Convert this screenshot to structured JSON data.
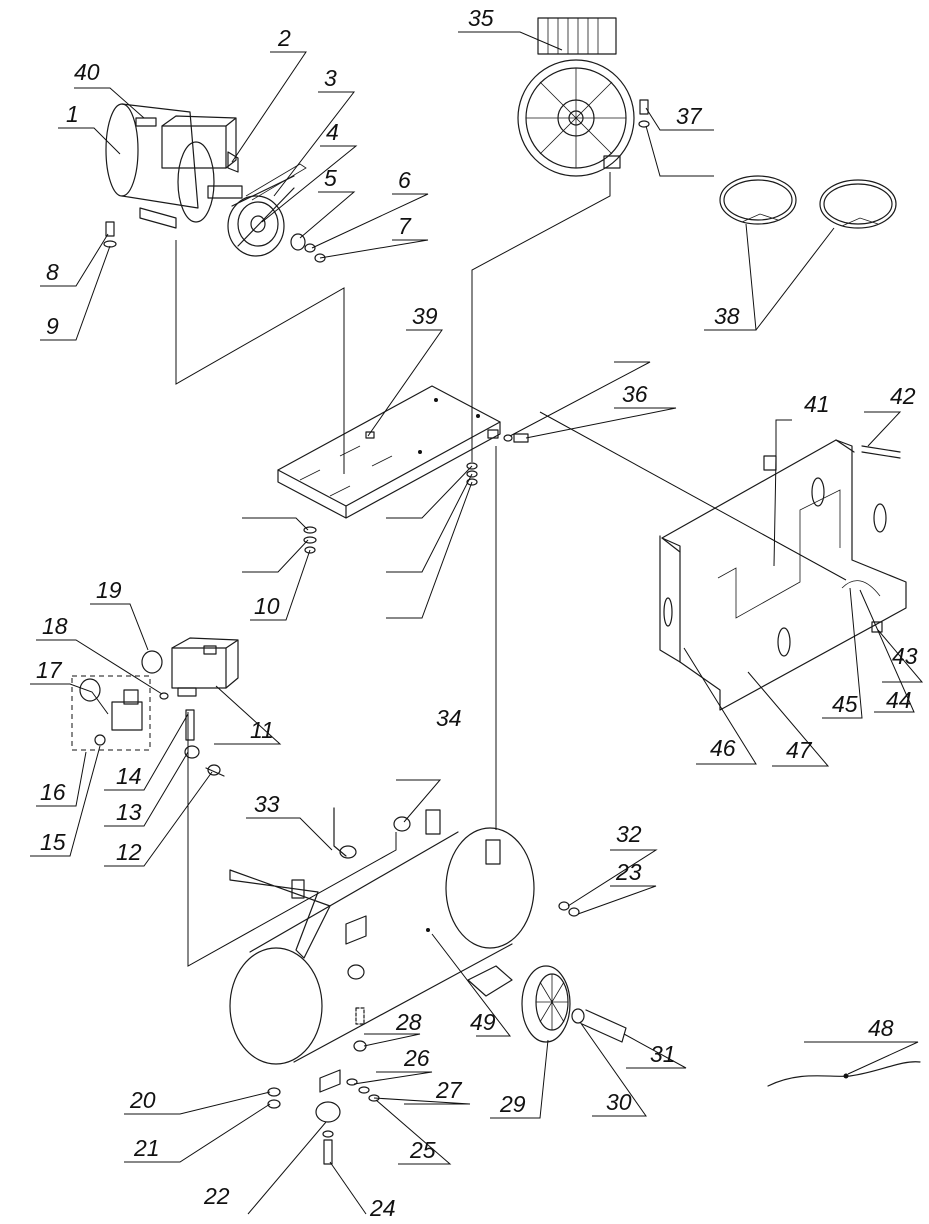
{
  "callouts": [
    "1",
    "2",
    "3",
    "4",
    "5",
    "6",
    "7",
    "8",
    "9",
    "10",
    "11",
    "12",
    "13",
    "14",
    "15",
    "16",
    "17",
    "18",
    "19",
    "20",
    "21",
    "22",
    "23",
    "24",
    "25",
    "26",
    "27",
    "28",
    "29",
    "30",
    "31",
    "32",
    "33",
    "34",
    "35",
    "36",
    "37",
    "38",
    "39",
    "40",
    "41",
    "42",
    "43",
    "44",
    "45",
    "46",
    "47",
    "48",
    "49"
  ]
}
